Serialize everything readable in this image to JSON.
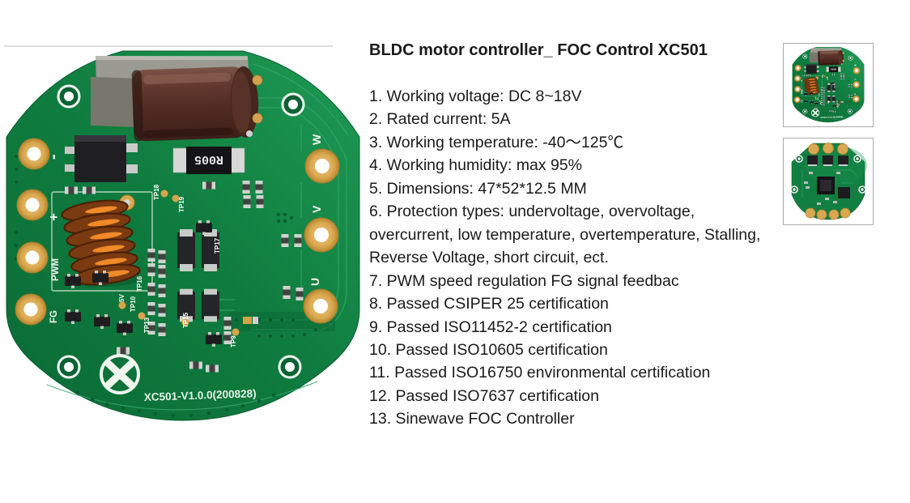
{
  "product": {
    "title": "BLDC motor controller_ FOC Control XC501",
    "specs": [
      "1. Working voltage: DC 8~18V",
      "2. Rated current: 5A",
      "3. Working temperature: -40～125℃",
      "4. Working humidity: max 95%",
      "5. Dimensions: 47*52*12.5 MM",
      "6. Protection types: undervoltage, overvoltage,\novercurrent, low temperature, overtemperature, Stalling,\nReverse Voltage, short circuit, ect.",
      "7. PWM speed regulation FG signal feedbac",
      "8. Passed CSIPER 25 certification",
      "9. Passed ISO11452-2 certification",
      "10. Passed ISO10605 certification",
      "11. Passed ISO16750 environmental certification",
      "12. Passed ISO7637 certification",
      "13. Sinewave FOC Controller"
    ]
  },
  "pcb": {
    "silkscreen_version": "XC501-V1.0.0(200828)",
    "shunt_resistor_label": "R005",
    "pads_left": [
      "-",
      "+",
      "PWM",
      "FG"
    ],
    "pads_right": [
      "W",
      "V",
      "U"
    ],
    "test_points": [
      "TP18",
      "TP19",
      "TP17",
      "TP16",
      "5V",
      "TP10",
      "TP13",
      "TP15",
      "TP9"
    ],
    "icons": {
      "brand_logo": "x-in-circle"
    }
  },
  "colors": {
    "pcb_green": "#0f7c3f",
    "pcb_green_light": "#1f9b55",
    "trace_green": "#35a565",
    "pad_gold": "#d9a850",
    "capacitor_brown": "#5b362c",
    "coil_copper": "#e07820",
    "text": "#1a1a1a",
    "thumbnail_border": "#ababab",
    "divider": "#dcdcdc"
  }
}
